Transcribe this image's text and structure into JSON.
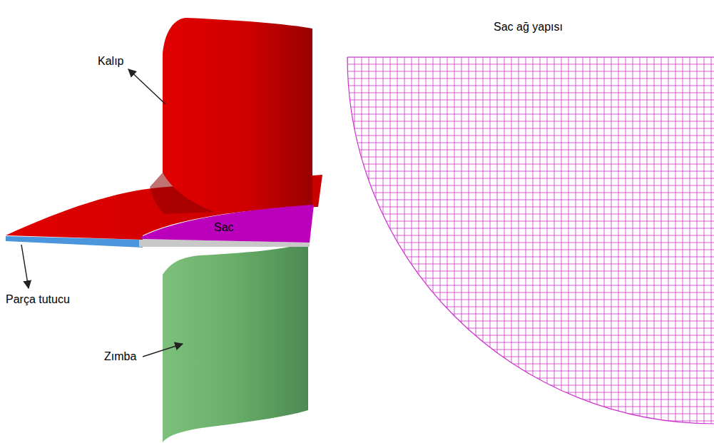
{
  "diagram": {
    "labels": [
      "Kalıp",
      "Sac",
      "Parça tutucu",
      "Zımba",
      "Sac ağ yapısı"
    ]
  }
}
